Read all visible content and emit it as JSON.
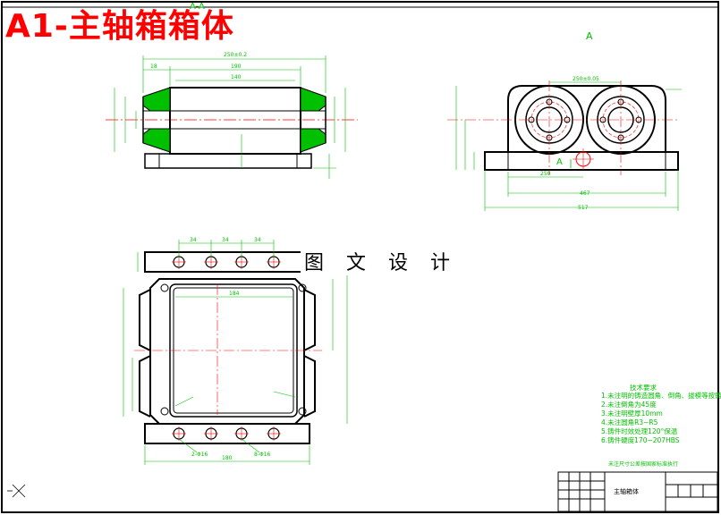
{
  "title": "A1-主轴箱箱体",
  "watermark": "图 文 设 计",
  "section_label_top": "A-A",
  "view_label_right": "A",
  "section_arrow_label": "A",
  "tech_requirements": {
    "title": "技术要求",
    "items": [
      "1.未注明的铸造圆角、倒角、拔模等按铸造标准",
      "2.未注倒角为45度",
      "3.未注明壁厚10mm",
      "4.未注圆角R3~R5",
      "5.铸件时效处理120°保温",
      "6.铸件硬度170~207HBS"
    ],
    "std_note": "未注尺寸公差按国家标准执行"
  },
  "title_block": {
    "part_name": "主轴箱体"
  },
  "dims": {
    "top_overall": "250±0.2",
    "top_mid": "190",
    "top_inner": "140",
    "top_left": "18",
    "right_overall": "517",
    "right_center": "250±0.05",
    "right_base": "467",
    "right_small": "250",
    "plan_pitch1": "34",
    "plan_pitch2": "34",
    "plan_pitch3": "34",
    "plan_inner": "184",
    "plan_bottom": "180",
    "plan_hole_left": "2-Φ16",
    "plan_hole_right": "8-Φ16"
  }
}
